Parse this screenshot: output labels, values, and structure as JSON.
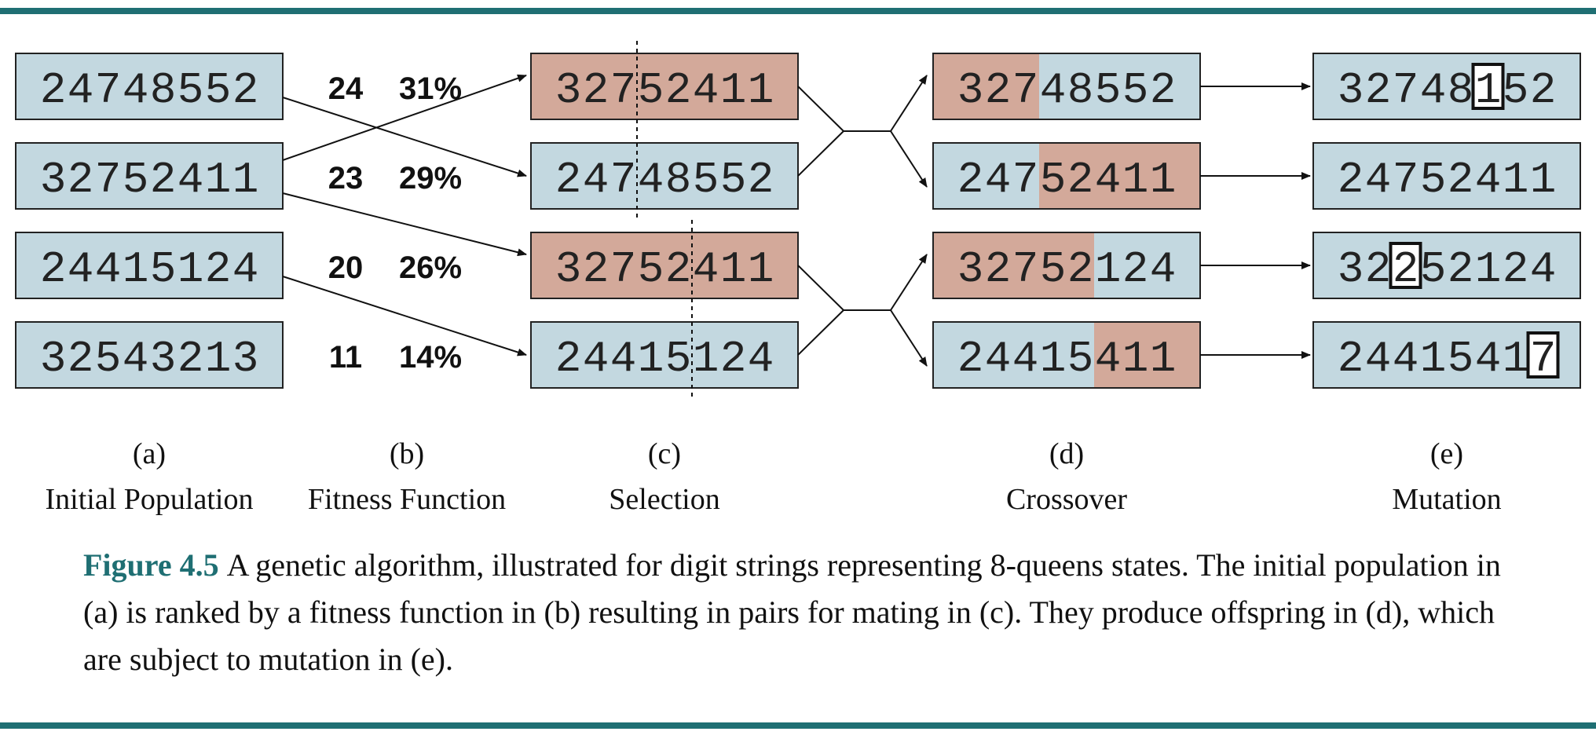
{
  "colors": {
    "rule": "#1f6f73",
    "box_blue": "#c3d8e0",
    "box_pink": "#d3a99a",
    "border": "#222222",
    "figure_label": "#1f6f73"
  },
  "columns": [
    {
      "letter": "(a)",
      "title": "Initial Population"
    },
    {
      "letter": "(b)",
      "title": "Fitness Function"
    },
    {
      "letter": "(c)",
      "title": "Selection"
    },
    {
      "letter": "(d)",
      "title": "Crossover"
    },
    {
      "letter": "(e)",
      "title": "Mutation"
    }
  ],
  "population": [
    "24748552",
    "32752411",
    "24415124",
    "32543213"
  ],
  "fitness": [
    {
      "score": "24",
      "percent": "31%"
    },
    {
      "score": "23",
      "percent": "29%"
    },
    {
      "score": "20",
      "percent": "26%"
    },
    {
      "score": "11",
      "percent": "14%"
    }
  ],
  "selection": [
    {
      "value": "32752411",
      "cut": 3,
      "pink": true
    },
    {
      "value": "24748552",
      "cut": 3,
      "pink": false
    },
    {
      "value": "32752411",
      "cut": 5,
      "pink": true
    },
    {
      "value": "24415124",
      "cut": 5,
      "pink": false
    }
  ],
  "selection_links": [
    {
      "from": 1,
      "to": 0
    },
    {
      "from": 0,
      "to": 1
    },
    {
      "from": 1,
      "to": 2
    },
    {
      "from": 2,
      "to": 3
    }
  ],
  "crossover": [
    {
      "value": "32748552",
      "split": 3,
      "left_pink": true
    },
    {
      "value": "24752411",
      "split": 3,
      "left_pink": false
    },
    {
      "value": "32752124",
      "split": 5,
      "left_pink": true
    },
    {
      "value": "24415411",
      "split": 5,
      "left_pink": false
    }
  ],
  "mutation": [
    {
      "value": "32748152",
      "mutated_index": 5
    },
    {
      "value": "24752411",
      "mutated_index": -1
    },
    {
      "value": "32252124",
      "mutated_index": 2
    },
    {
      "value": "24415417",
      "mutated_index": 7
    }
  ],
  "caption": {
    "label": "Figure 4.5",
    "text": "A genetic algorithm, illustrated for digit strings representing 8-queens states. The initial population in (a) is ranked by a fitness function in (b) resulting in pairs for mating in (c). They produce offspring in (d), which are subject to mutation in (e)."
  }
}
